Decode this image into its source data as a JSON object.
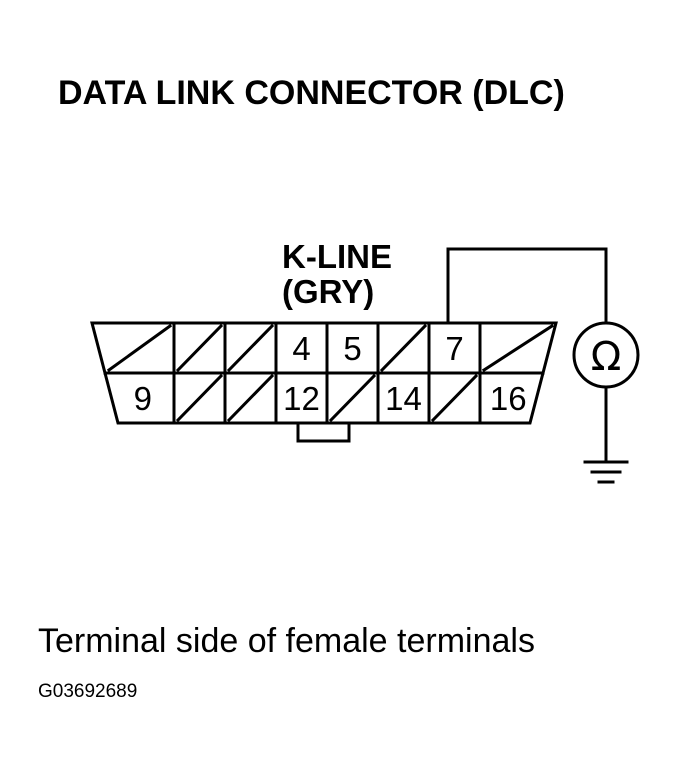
{
  "title": "DATA LINK CONNECTOR (DLC)",
  "wire_label": {
    "line1": "K-LINE",
    "line2": "(GRY)"
  },
  "connector": {
    "top_row": [
      "",
      "",
      "",
      "4",
      "5",
      "",
      "7",
      ""
    ],
    "bottom_row": [
      "9",
      "",
      "",
      "12",
      "",
      "14",
      "",
      "16"
    ]
  },
  "meter_symbol": "Ω",
  "meter_icon": "ohmmeter-icon",
  "ground_icon": "ground-icon",
  "caption": "Terminal side of female terminals",
  "figure_code": "G03692689"
}
